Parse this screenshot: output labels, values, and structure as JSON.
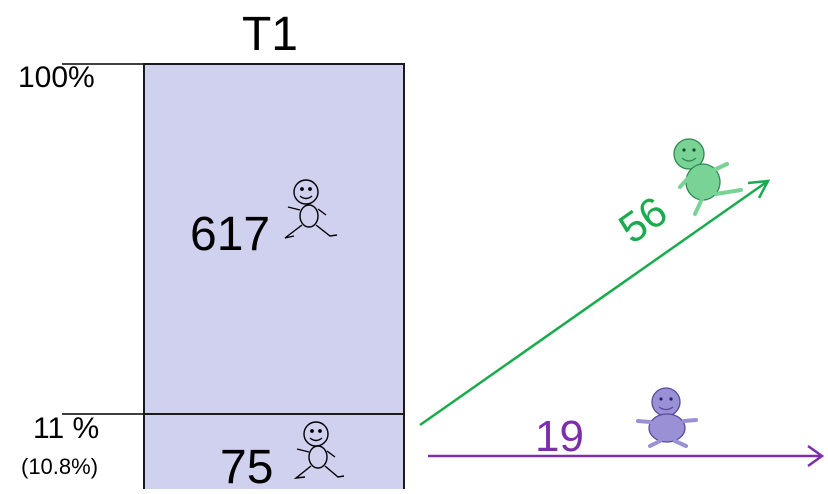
{
  "title": "T1",
  "axis": {
    "top_label": "100%",
    "split_label": "11 %",
    "split_sublabel": "(10.8%)"
  },
  "segments": {
    "upper": {
      "count": "617"
    },
    "lower": {
      "count": "75"
    }
  },
  "flows": {
    "rising": {
      "count": "56",
      "color": "#1aab4e"
    },
    "flat": {
      "count": "19",
      "color": "#7b2fa8"
    }
  },
  "colors": {
    "bar_fill": "#d0d0ef",
    "bar_stroke": "#1a1a1a",
    "figure_green_fill": "#79d397",
    "figure_purple_fill": "#9a90d6"
  }
}
